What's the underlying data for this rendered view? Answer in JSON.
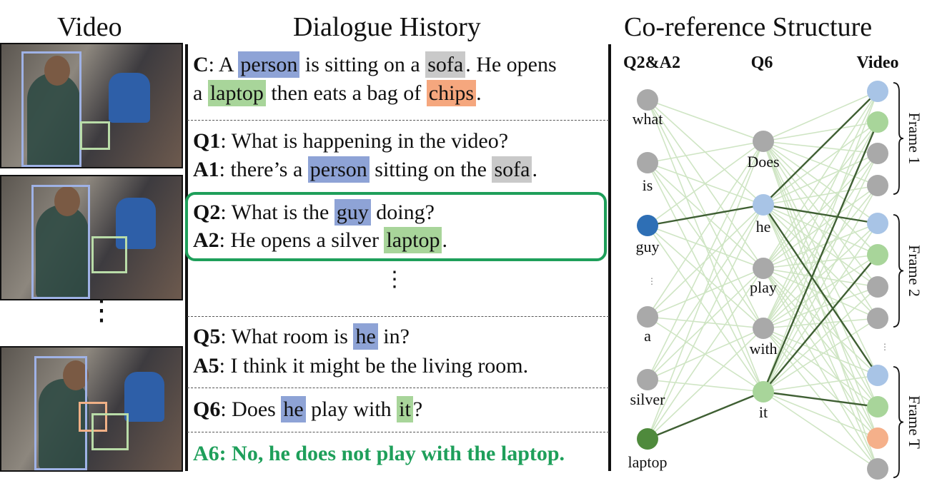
{
  "headings": {
    "video": "Video",
    "dialogue": "Dialogue History",
    "coref": "Co-reference Structure"
  },
  "video": {
    "ellipsis": "⋮"
  },
  "dialogue": {
    "caption": {
      "speaker": "C",
      "line1": [
        ": A ",
        "person",
        " is sitting on a ",
        "sofa",
        ". He opens"
      ],
      "line2": [
        "a ",
        "laptop",
        " then eats a bag of ",
        "chips",
        "."
      ]
    },
    "q1": {
      "label": "Q1",
      "text": ": What is happening in the video?"
    },
    "a1": {
      "label": "A1",
      "parts": [
        ": there’s a ",
        "person",
        " sitting on the ",
        "sofa",
        "."
      ]
    },
    "q2": {
      "label": "Q2",
      "parts": [
        ": What is the ",
        "guy",
        " doing?"
      ]
    },
    "a2": {
      "label": "A2",
      "parts": [
        ": He opens a silver ",
        "laptop",
        "."
      ]
    },
    "ellipsis": "⋮",
    "q5": {
      "label": "Q5",
      "parts": [
        ": What room is ",
        "he",
        " in?"
      ]
    },
    "a5": {
      "label": "A5",
      "text": ": I think it might be the living room."
    },
    "q6": {
      "label": "Q6",
      "parts": [
        ": Does ",
        "he",
        " play with ",
        "it",
        "?"
      ]
    },
    "a6": {
      "text": "A6: No, he does not play with the laptop."
    }
  },
  "coref": {
    "columns": [
      "Q2&A2",
      "Q6",
      "Video"
    ],
    "left_nodes": [
      "what",
      "is",
      "guy",
      "a",
      "silver",
      "laptop"
    ],
    "left_ellipsis": "⋮",
    "mid_nodes": [
      "Does",
      "he",
      "play",
      "with",
      "it"
    ],
    "frames": [
      "Frame 1",
      "Frame 2",
      "Frame T"
    ],
    "video_ellipsis": "⋮",
    "colors": {
      "gray": "#a9a9a9",
      "blue_light": "#a8c4e6",
      "blue_dark": "#2e6fb5",
      "green_light": "#a8d59a",
      "green_dark": "#4f8a3c",
      "orange": "#f5b08a",
      "edge_strong": "#3f5f33",
      "edge_faint": "#cfe5c4"
    }
  }
}
